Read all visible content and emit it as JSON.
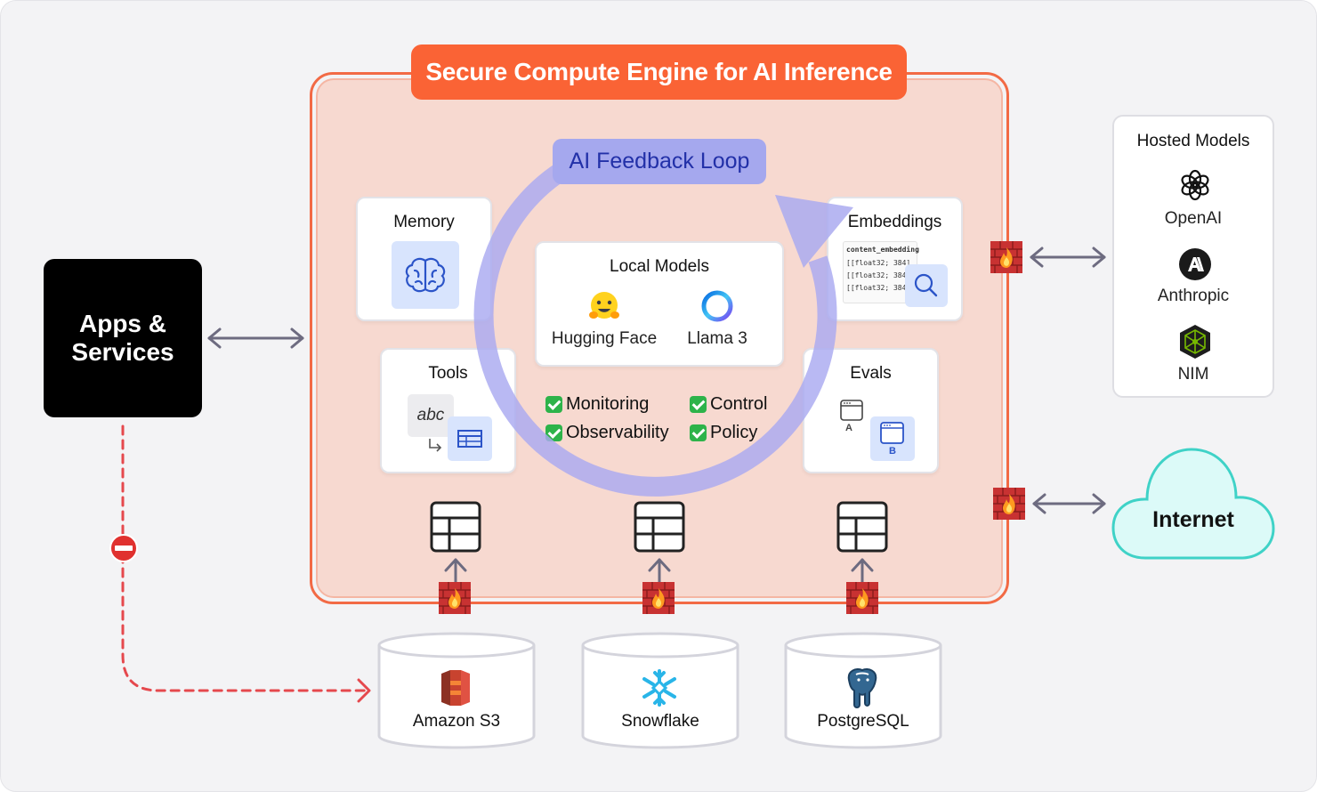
{
  "engine": {
    "title": "Secure Compute Engine for AI Inference"
  },
  "loop": {
    "title": "AI Feedback Loop"
  },
  "apps": {
    "line1": "Apps &",
    "line2": "Services"
  },
  "memory": {
    "title": "Memory",
    "icon": "brain-icon"
  },
  "embeddings": {
    "title": "Embeddings",
    "code_header": "content_embedding",
    "code_rows": [
      "[[float32; 384]",
      "[[float32; 384]",
      "[[float32; 384]"
    ],
    "icon": "magnifier-icon"
  },
  "local_models": {
    "title": "Local Models",
    "models": [
      {
        "label": "Hugging Face",
        "icon": "hugging-face-icon"
      },
      {
        "label": "Llama 3",
        "icon": "llama-ring-icon"
      }
    ]
  },
  "tools": {
    "title": "Tools",
    "sample_text": "abc"
  },
  "evals": {
    "title": "Evals",
    "variant_a": "A",
    "variant_b": "B"
  },
  "features": {
    "items": [
      "Monitoring",
      "Control",
      "Observability",
      "Policy"
    ]
  },
  "hosted_models": {
    "title": "Hosted Models",
    "items": [
      {
        "label": "OpenAI",
        "icon": "openai-icon"
      },
      {
        "label": "Anthropic",
        "icon": "anthropic-icon"
      },
      {
        "label": "NIM",
        "icon": "nvidia-nim-icon"
      }
    ]
  },
  "internet": {
    "label": "Internet"
  },
  "data_sources": [
    {
      "label": "Amazon S3",
      "icon": "amazon-s3-icon"
    },
    {
      "label": "Snowflake",
      "icon": "snowflake-icon"
    },
    {
      "label": "PostgreSQL",
      "icon": "postgresql-icon"
    }
  ],
  "colors": {
    "engine_border": "#f26a45",
    "engine_fill": "#f7d9d0",
    "title_bar": "#fa6335",
    "loop": "#a5a8ee",
    "loop_text": "#2230a8",
    "firewall": "#d23b3b",
    "blocked_path": "#e5484d",
    "internet_fill": "#dcfaf8",
    "internet_border": "#3fd2c7"
  }
}
